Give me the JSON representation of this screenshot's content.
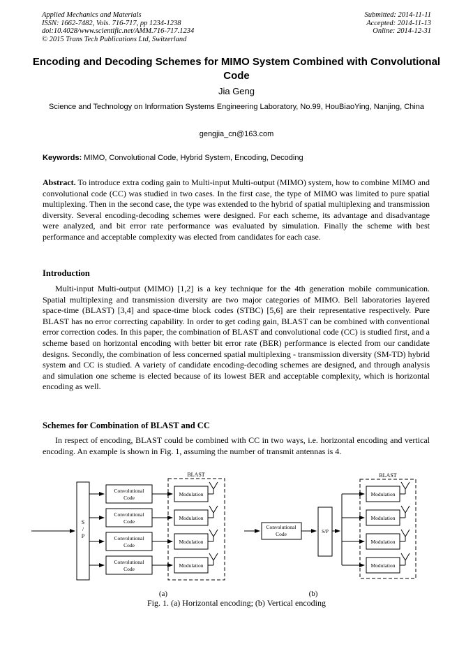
{
  "header": {
    "left_lines": [
      "Applied Mechanics and Materials",
      "ISSN: 1662-7482, Vols. 716-717, pp 1234-1238",
      "doi:10.4028/www.scientific.net/AMM.716-717.1234",
      "© 2015 Trans Tech Publications Ltd, Switzerland"
    ],
    "right_lines": [
      "Submitted: 2014-11-11",
      "Accepted: 2014-11-13",
      "Online: 2014-12-31"
    ]
  },
  "title": "Encoding and Decoding Schemes for MIMO System Combined with Convolutional Code",
  "author": "Jia Geng",
  "affiliation": "Science and Technology on Information Systems Engineering Laboratory, No.99, HouBiaoYing, Nanjing, China",
  "email": "gengjia_cn@163.com",
  "keywords": {
    "label": "Keywords:",
    "text": " MIMO, Convolutional Code, Hybrid System, Encoding, Decoding"
  },
  "abstract": {
    "label": "Abstract.",
    "text": " To introduce extra coding gain to Multi-input Multi-output (MIMO) system, how to combine MIMO and convolutional code (CC) was studied in two cases. In the first case, the type of MIMO was limited to pure spatial multiplexing. Then in the second case, the type was extended to the hybrid of spatial multiplexing and transmission diversity. Several encoding-decoding schemes were designed. For each scheme, its advantage and disadvantage were analyzed, and bit error rate performance was evaluated by simulation. Finally the scheme with best performance and acceptable complexity was elected from candidates for each case."
  },
  "sections": [
    {
      "heading": "Introduction",
      "paragraphs": [
        "Multi-input Multi-output (MIMO) [1,2] is a key technique for the 4th generation mobile communication. Spatial multiplexing and transmission diversity are two major categories of MIMO. Bell laboratories layered space-time (BLAST) [3,4] and space-time block codes (STBC) [5,6] are their representative respectively. Pure BLAST has no error correcting capability. In order to get coding gain, BLAST can be combined with conventional error correction codes. In this paper, the combination of BLAST and convolutional code (CC) is studied first, and a scheme based on horizontal encoding with better bit error rate (BER) performance is elected from our candidate designs. Secondly, the combination of less concerned spatial multiplexing - transmission diversity (SM-TD) hybrid system and CC is studied. A variety of candidate encoding-decoding schemes are designed, and through analysis and simulation one scheme is elected because of its lowest BER and acceptable complexity, which is horizontal encoding as well."
      ]
    },
    {
      "heading": "Schemes for Combination of BLAST and CC",
      "paragraphs": [
        "In respect of encoding, BLAST could be combined with CC in two ways, i.e. horizontal encoding and vertical encoding. An example is shown in Fig. 1, assuming the number of transmit antennas is 4."
      ]
    }
  ],
  "figure": {
    "blast_label": "BLAST",
    "sp_stack": [
      "S",
      "/",
      "P"
    ],
    "sp_label": "S/P",
    "conv_line1": "Convolutional",
    "conv_line2": "Code",
    "modulation_label": "Modulation",
    "sublabel_a": "(a)",
    "sublabel_b": "(b)",
    "caption": "Fig. 1. (a) Horizontal encoding; (b) Vertical encoding"
  }
}
